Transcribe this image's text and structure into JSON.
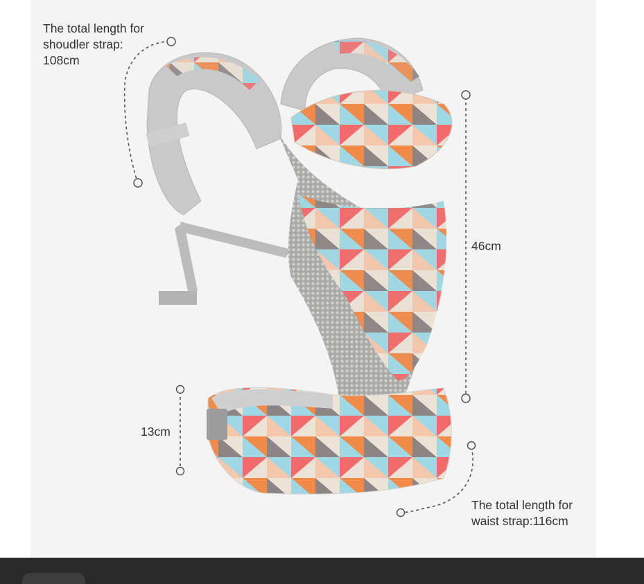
{
  "annotations": {
    "shoulder_strap": {
      "line1": "The total length for",
      "line2": "shoudler strap:",
      "line3": "108cm"
    },
    "height": "46cm",
    "waist_height": "13cm",
    "waist_strap": {
      "line1": "The total length for",
      "line2": "waist strap:116cm"
    }
  },
  "colors": {
    "background": "#f4f4f4",
    "mesh": "#a9a9a7",
    "strap": "#c6c6c6",
    "pattern": [
      "#f26b6b",
      "#f28a4a",
      "#9ed8e4",
      "#8c8585",
      "#f5c7ab",
      "#ece3d6"
    ],
    "bottom_bar": "#2a2a2a"
  },
  "product": "baby carrier"
}
